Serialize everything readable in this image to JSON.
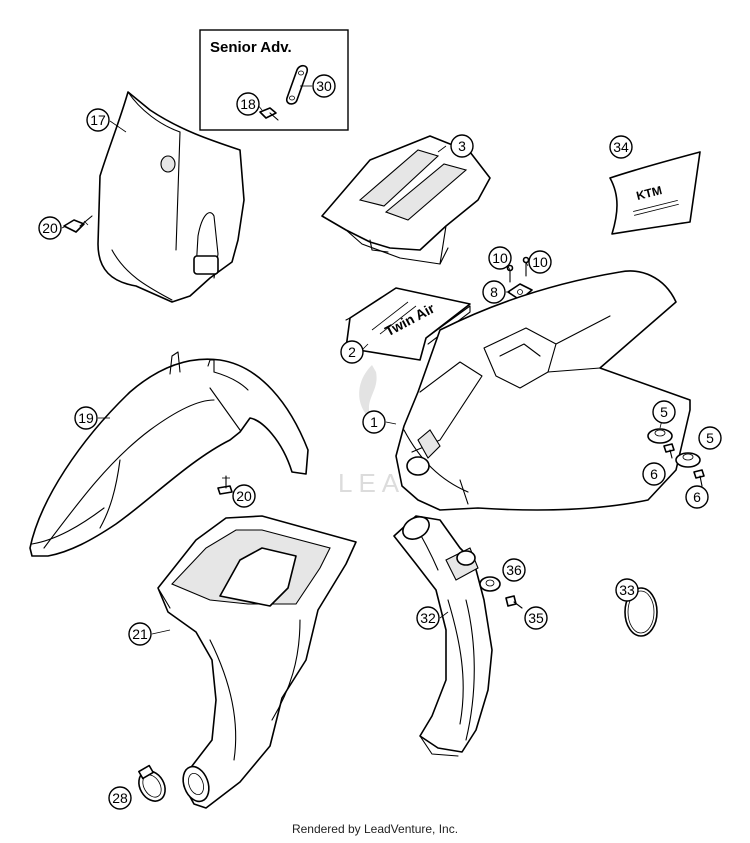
{
  "box_title": "Senior Adv.",
  "watermark": "LEADVENTURE",
  "footer": "Rendered by LeadVenture, Inc.",
  "stickers": {
    "filter_box_label": "Twin Air",
    "decal_label": "KTM"
  },
  "callouts": [
    {
      "id": "c30",
      "label": "30"
    },
    {
      "id": "c18",
      "label": "18"
    },
    {
      "id": "c17",
      "label": "17"
    },
    {
      "id": "c20a",
      "label": "20"
    },
    {
      "id": "c3",
      "label": "3"
    },
    {
      "id": "c34",
      "label": "34"
    },
    {
      "id": "c10a",
      "label": "10"
    },
    {
      "id": "c10b",
      "label": "10"
    },
    {
      "id": "c8",
      "label": "8"
    },
    {
      "id": "c2",
      "label": "2"
    },
    {
      "id": "c1",
      "label": "1"
    },
    {
      "id": "c19",
      "label": "19"
    },
    {
      "id": "c5a",
      "label": "5"
    },
    {
      "id": "c5b",
      "label": "5"
    },
    {
      "id": "c6a",
      "label": "6"
    },
    {
      "id": "c6b",
      "label": "6"
    },
    {
      "id": "c20b",
      "label": "20"
    },
    {
      "id": "c36",
      "label": "36"
    },
    {
      "id": "c33",
      "label": "33"
    },
    {
      "id": "c32",
      "label": "32"
    },
    {
      "id": "c35",
      "label": "35"
    },
    {
      "id": "c21",
      "label": "21"
    },
    {
      "id": "c28",
      "label": "28"
    }
  ]
}
